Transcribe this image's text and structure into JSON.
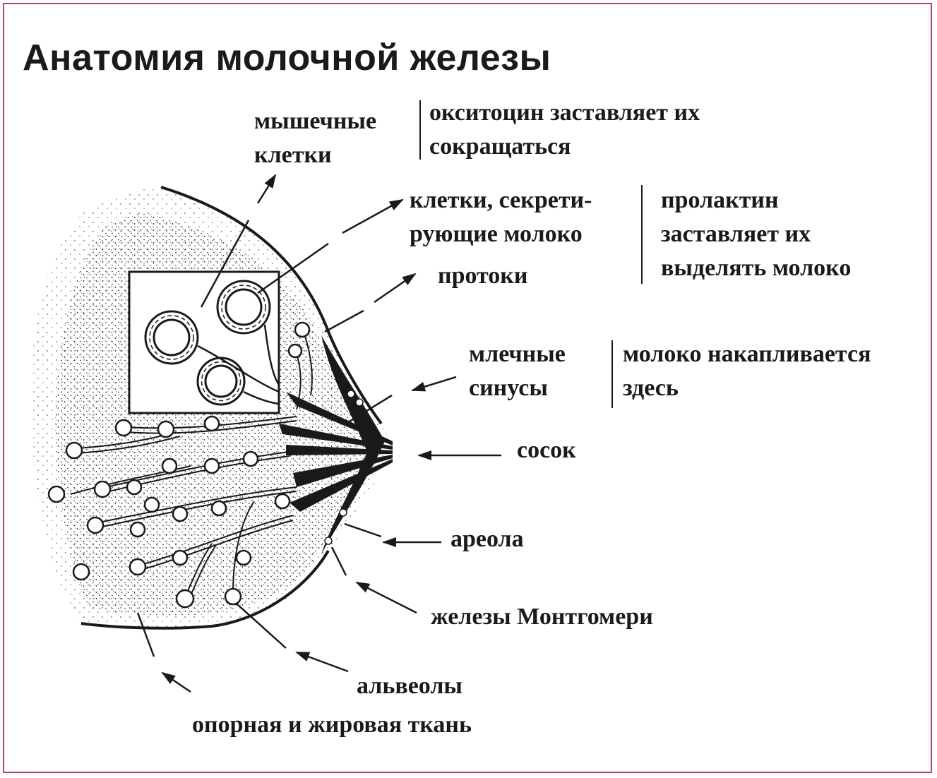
{
  "title": "Анатомия молочной железы",
  "labels": {
    "muscle_cells": {
      "line1": "мышечные",
      "line2": "клетки"
    },
    "muscle_note": {
      "line1": "окситоцин заставляет их",
      "line2": "сокращаться"
    },
    "secreting_cells": {
      "line1": "клетки, секрети-",
      "line2": "рующие молоко"
    },
    "prolactin_note": {
      "line1": "пролактин",
      "line2": "заставляет их",
      "line3": "выделять молоко"
    },
    "ducts": "протоки",
    "milk_sinuses": {
      "line1": "млечные",
      "line2": "синусы"
    },
    "sinus_note": {
      "line1": "молоко накапливается",
      "line2": "здесь"
    },
    "nipple": "сосок",
    "areola": "ареола",
    "montgomery": "железы Монтгомери",
    "alveoli": "альвеолы",
    "support_tissue": "опорная и жировая ткань"
  },
  "colors": {
    "ink": "#1a1a1a",
    "frame": "#b04a5a",
    "background": "#ffffff"
  }
}
